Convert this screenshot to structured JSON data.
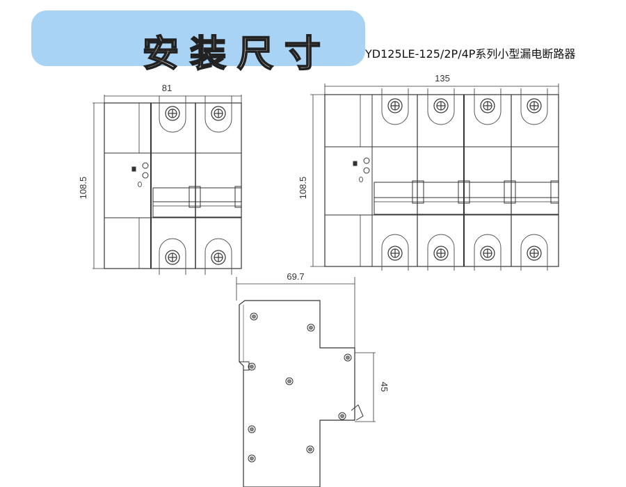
{
  "header": {
    "title": "安装尺寸",
    "subtitle": "YD125LE-125/2P/4P系列小型漏电断路器"
  },
  "dimensions": {
    "two_pole_width": "81",
    "two_pole_height": "108.5",
    "four_pole_width": "135",
    "four_pole_height": "108.5",
    "side_depth": "69.7",
    "side_rail": "45"
  },
  "colors": {
    "title_bg": "#a9d3f5",
    "line": "#333333"
  }
}
